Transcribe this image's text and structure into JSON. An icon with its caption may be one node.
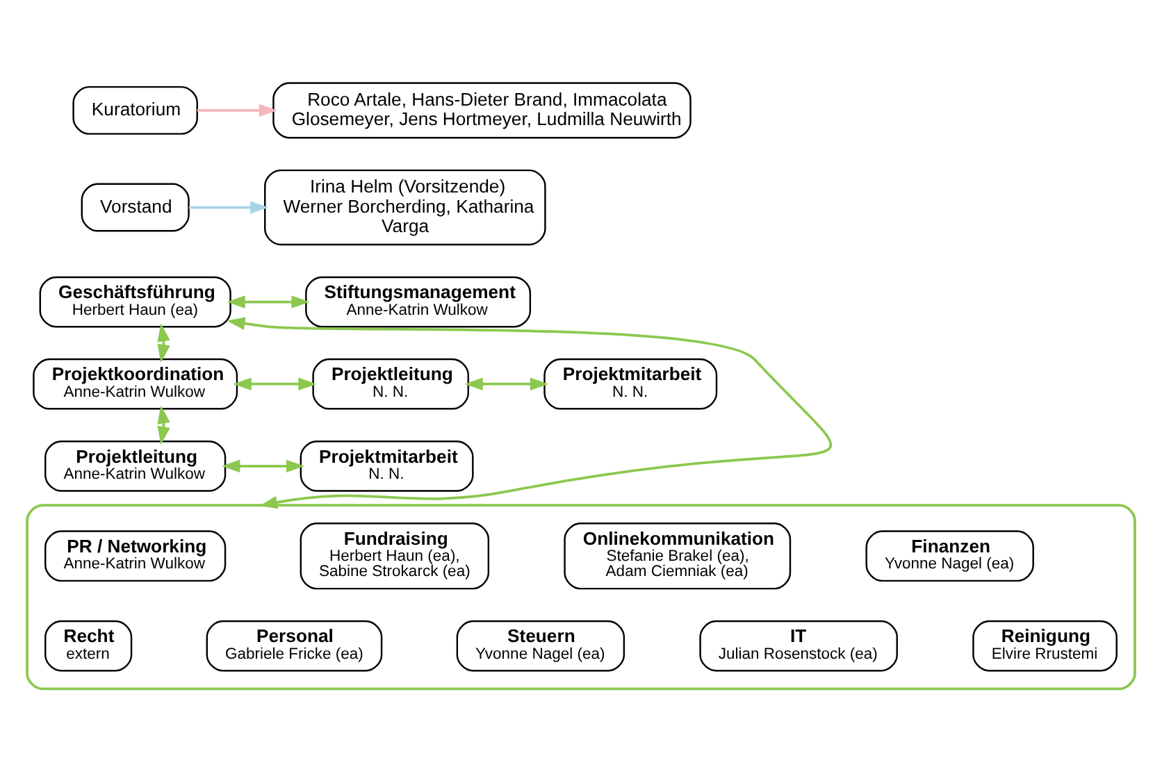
{
  "diagram": {
    "nodes": [
      {
        "text": [
          "Kuratorium"
        ]
      },
      {
        "text": [
          "Roco Artale, Hans-Dieter Brand, Immacolata Glosemeyer, Jens Hortmeyer, Ludmilla Neuwirth"
        ]
      },
      {
        "text": [
          "Vorstand"
        ]
      },
      {
        "text": [
          "Irina Helm (Vorsitzende) Werner Borcherding, Katharina Varga"
        ]
      },
      {
        "text": [
          "Geschäftsführung",
          "Herbert Haun (ea)"
        ]
      },
      {
        "text": [
          "Stiftungsmanagement",
          "Anne-Katrin Wulkow"
        ]
      },
      {
        "text": [
          "Projektkoordination",
          "Anne-Katrin Wulkow"
        ]
      },
      {
        "text": [
          "Projektleitung",
          "N. N."
        ]
      },
      {
        "text": [
          "Projektmitarbeit",
          "N. N."
        ]
      },
      {
        "text": [
          "Projektleitung",
          "Anne-Katrin Wulkow"
        ]
      },
      {
        "text": [
          "Projektmitarbeit",
          "N. N."
        ]
      },
      {
        "text": [],
        "shape": "box"
      },
      {
        "text": [
          "PR / Networking",
          "Anne-Katrin Wulkow"
        ],
        "in": 11
      },
      {
        "text": [
          "Fundraising",
          "Herbert Haun (ea), Sabine Strokarck (ea)"
        ],
        "in": 11
      },
      {
        "text": [
          "Onlinekommunikation",
          "Stefanie Brakel (ea), Adam Ciemniak (ea)"
        ],
        "in": 11
      },
      {
        "text": [
          "Finanzen",
          "Yvonne Nagel (ea)"
        ],
        "in": 11
      },
      {
        "text": [
          "Recht",
          "extern"
        ],
        "in": 11
      },
      {
        "text": [
          "Personal",
          "Gabriele Fricke (ea)"
        ],
        "in": 11
      },
      {
        "text": [
          "Steuern",
          "Yvonne Nagel (ea)"
        ],
        "in": 11
      },
      {
        "text": [
          "IT",
          "Julian Rosenstock (ea)"
        ],
        "in": 11
      },
      {
        "text": [
          "Reinigung",
          "Elvire Rrustemi"
        ],
        "in": 11
      }
    ],
    "edges": [
      {
        "from": 0,
        "to": 1,
        "arrow": "to",
        "color": "#f4b6bb"
      },
      {
        "from": 2,
        "to": 3,
        "arrow": "to",
        "color": "#a9d4e6"
      },
      {
        "from": 4,
        "to": 5,
        "arrow": "both"
      },
      {
        "from": 4,
        "to": 6,
        "arrow": "both"
      },
      {
        "from": 6,
        "to": 7,
        "arrow": "both"
      },
      {
        "from": 6,
        "to": 9,
        "arrow": "both"
      },
      {
        "from": 7,
        "to": 8,
        "arrow": "both"
      },
      {
        "from": 9,
        "to": 10,
        "arrow": "both"
      },
      {
        "from": 4,
        "to": 11,
        "arrow": "both"
      }
    ]
  }
}
